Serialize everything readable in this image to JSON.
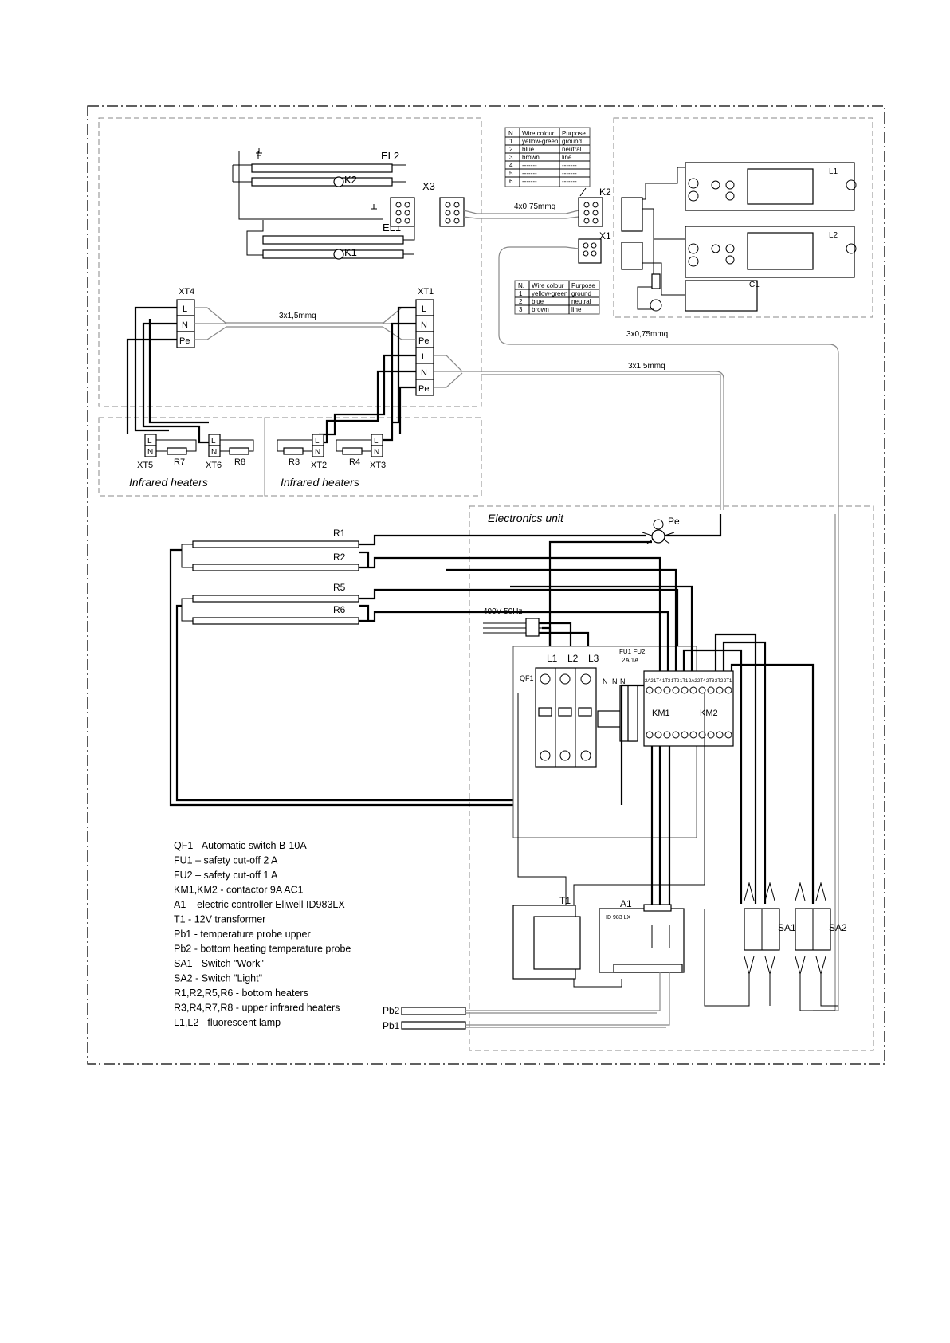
{
  "groups": {
    "infrared_left": "Infrared heaters",
    "infrared_right": "Infrared heaters",
    "electronics": "Electronics unit"
  },
  "components": {
    "EL2": "EL2",
    "EL1": "EL1",
    "K2": "K2",
    "K1": "K1",
    "X3": "X3",
    "K2c": "K2",
    "X1": "X1",
    "L1": "L1",
    "L2": "L2",
    "C1": "C1",
    "XT4": "XT4",
    "XT1": "XT1",
    "XT5": "XT5",
    "R7": "R7",
    "XT6": "XT6",
    "R8": "R8",
    "R3": "R3",
    "XT2": "XT2",
    "R4": "R4",
    "XT3": "XT3",
    "R1": "R1",
    "R2": "R2",
    "R5": "R5",
    "R6": "R6",
    "Pe": "Pe",
    "QF1": "QF1",
    "KM1": "KM1",
    "KM2": "KM2",
    "T1": "T1",
    "A1": "A1",
    "A1model": "ID 983 LX",
    "SA1": "SA1",
    "SA2": "SA2",
    "Pb1": "Pb1",
    "Pb2": "Pb2",
    "phL1": "L1",
    "phL2": "L2",
    "phL3": "L3",
    "fuses": "FU1 FU2",
    "fuses_rating": "2A 1A",
    "neutral": "N",
    "supply": "400V 50Hz"
  },
  "terminals": {
    "L": "L",
    "N": "N",
    "Pe": "Pe"
  },
  "km_contacts": [
    "2A2",
    "1T4",
    "1T3",
    "1T2",
    "1T1",
    "2A2",
    "2T4",
    "2T3",
    "2T2",
    "2T1"
  ],
  "cables": {
    "cable_4x": "4x0,75mmq",
    "cable_3x15_top": "3x1,5mmq",
    "cable_3x075": "3x0,75mmq",
    "cable_3x15_right": "3x1,5mmq"
  },
  "wire_table_1": {
    "headers": [
      "N.",
      "Wire colour",
      "Purpose"
    ],
    "rows": [
      [
        "1",
        "yellow-green",
        "ground"
      ],
      [
        "2",
        "blue",
        "neutral"
      ],
      [
        "3",
        "brown",
        "line"
      ],
      [
        "4",
        "-------",
        "-------"
      ],
      [
        "5",
        "-------",
        "-------"
      ],
      [
        "6",
        "-------",
        "-------"
      ]
    ]
  },
  "wire_table_2": {
    "headers": [
      "N.",
      "Wire colour",
      "Purpose"
    ],
    "rows": [
      [
        "1",
        "yellow-green",
        "ground"
      ],
      [
        "2",
        "blue",
        "neutral"
      ],
      [
        "3",
        "brown",
        "line"
      ]
    ]
  },
  "legend": [
    "QF1 - Automatic switch B-10A",
    "FU1 – safety cut-off 2 A",
    "FU2 – safety cut-off 1 A",
    "KM1,KM2 - contactor 9A AC1",
    "A1 – electric controller Eliwell ID983LX",
    "T1 - 12V transformer",
    "Pb1 - temperature probe upper",
    "Pb2 - bottom heating temperature probe",
    "SA1 - Switch \"Work\"",
    "SA2 - Switch \"Light\"",
    "R1,R2,R5,R6 - bottom heaters",
    "R3,R4,R7,R8 - upper infrared heaters",
    "L1,L2 - fluorescent lamp"
  ]
}
